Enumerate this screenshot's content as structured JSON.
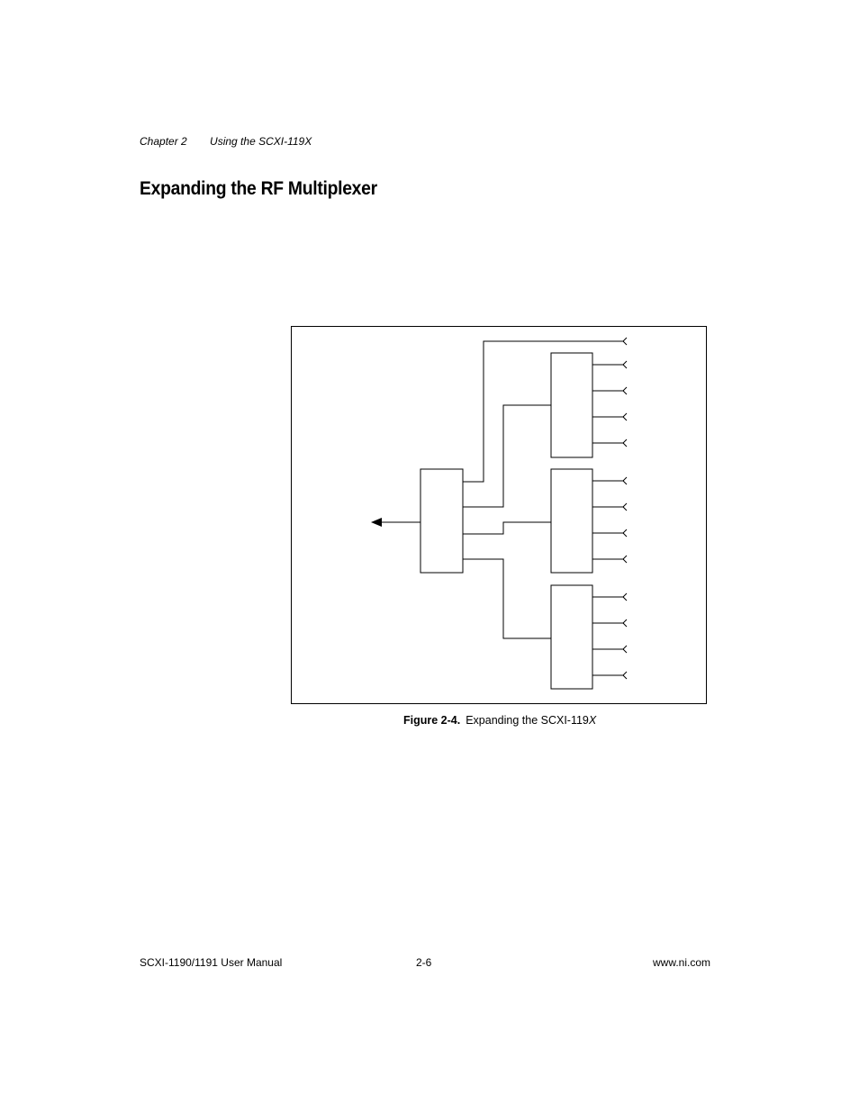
{
  "header": {
    "chapter": "Chapter 2",
    "chapter_title": "Using the SCXI-119X"
  },
  "section_title": "Expanding the RF Multiplexer",
  "figure": {
    "caption_label": "Figure 2-4.",
    "caption_text": "Expanding the SCXI-119",
    "caption_suffix": "X"
  },
  "footer": {
    "manual": "SCXI-1190/1191 User Manual",
    "page": "2-6",
    "url": "www.ni.com"
  }
}
